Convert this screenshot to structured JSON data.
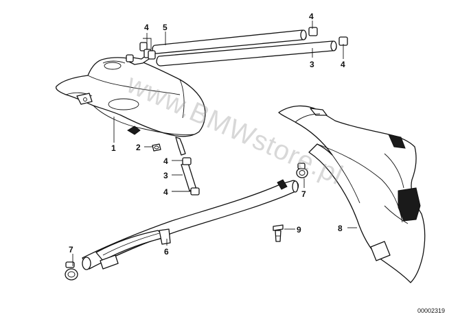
{
  "watermark": "www.BMWstore.pl",
  "drawing_number": "00002319",
  "callouts": {
    "c1": "1",
    "c2": "2",
    "c3a": "3",
    "c3b": "3",
    "c4a": "4",
    "c4b": "4",
    "c4c": "4",
    "c4d": "4",
    "c4e": "4",
    "c5": "5",
    "c6": "6",
    "c7a": "7",
    "c7b": "7",
    "c8": "8",
    "c9": "9"
  }
}
